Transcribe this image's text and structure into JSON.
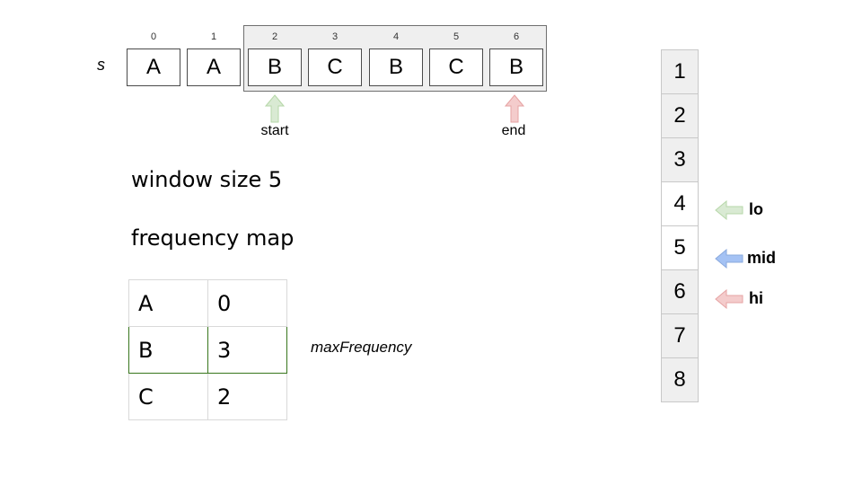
{
  "string_label": "s",
  "string": {
    "indices": [
      "0",
      "1",
      "2",
      "3",
      "4",
      "5",
      "6"
    ],
    "chars": [
      "A",
      "A",
      "B",
      "C",
      "B",
      "C",
      "B"
    ]
  },
  "pointers": {
    "start_label": "start",
    "end_label": "end"
  },
  "window_size_text": "window size 5",
  "frequency_map_title": "frequency map",
  "frequency_map": [
    {
      "key": "A",
      "value": "0"
    },
    {
      "key": "B",
      "value": "3"
    },
    {
      "key": "C",
      "value": "2"
    }
  ],
  "max_frequency_label": "maxFrequency",
  "search_values": [
    "1",
    "2",
    "3",
    "4",
    "5",
    "6",
    "7",
    "8"
  ],
  "search_pointers": {
    "lo": "lo",
    "mid": "mid",
    "hi": "hi"
  },
  "colors": {
    "start_arrow": "#d9ead3",
    "end_arrow": "#f4cccc",
    "lo_arrow": "#d9ead3",
    "mid_arrow": "#a4c2f4",
    "hi_arrow": "#f4cccc",
    "highlight_border": "#38761d"
  }
}
